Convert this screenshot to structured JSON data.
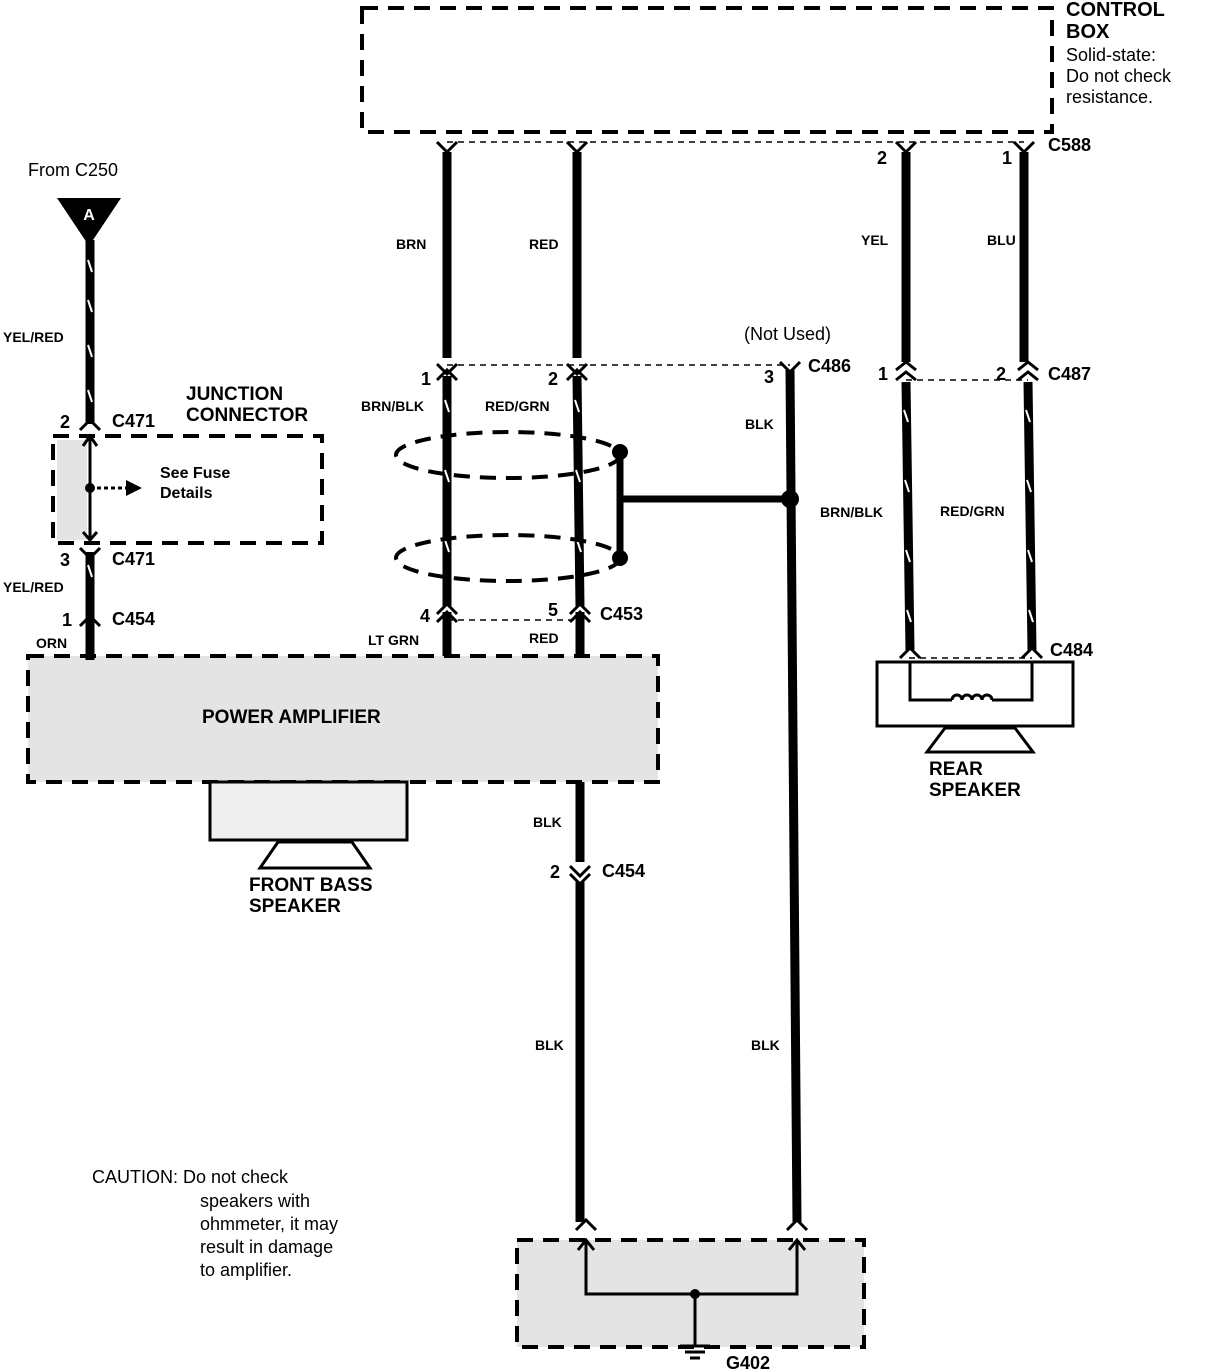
{
  "control_box": {
    "title_line1": "CONTROL",
    "title_line2": "BOX",
    "note_line1": "Solid-state:",
    "note_line2": "Do not check",
    "note_line3": "resistance."
  },
  "source": {
    "label": "From C250",
    "symbol": "A"
  },
  "junction": {
    "title_line1": "JUNCTION",
    "title_line2": "CONNECTOR",
    "note_line1": "See Fuse",
    "note_line2": "Details"
  },
  "power_amplifier": "POWER AMPLIFIER",
  "front_speaker": {
    "line1": "FRONT BASS",
    "line2": "SPEAKER"
  },
  "rear_speaker": {
    "line1": "REAR",
    "line2": "SPEAKER"
  },
  "not_used": "(Not Used)",
  "ground": "G402",
  "caution": {
    "line1": "CAUTION: Do not check",
    "line2": "speakers with",
    "line3": "ohmmeter, it may",
    "line4": "result in damage",
    "line5": "to amplifier."
  },
  "connectors": {
    "c588": "C588",
    "c471_top": "C471",
    "c471_bottom": "C471",
    "c454_top": "C454",
    "c454_bottom": "C454",
    "c486": "C486",
    "c487": "C487",
    "c453": "C453",
    "c484": "C484"
  },
  "pins": {
    "c588_2": "2",
    "c588_1": "1",
    "c471_2": "2",
    "c471_3": "3",
    "c454_1": "1",
    "c454_2": "2",
    "c486_1": "1",
    "c486_2": "2",
    "c486_3": "3",
    "c487_1": "1",
    "c487_2": "2",
    "c453_4": "4",
    "c453_5": "5"
  },
  "wires": {
    "brn": "BRN",
    "red_top": "RED",
    "yel": "YEL",
    "blu": "BLU",
    "yel_red_top": "YEL/RED",
    "yel_red_bottom": "YEL/RED",
    "orn": "ORN",
    "brn_blk_left": "BRN/BLK",
    "red_grn_left": "RED/GRN",
    "blk_c486": "BLK",
    "brn_blk_right": "BRN/BLK",
    "red_grn_right": "RED/GRN",
    "lt_grn": "LT GRN",
    "red_amp": "RED",
    "blk_amp_top": "BLK",
    "blk_amp_bottom": "BLK",
    "blk_right": "BLK"
  },
  "colors": {
    "ink": "#000000",
    "shade": "#e4e4e4",
    "background": "#ffffff"
  }
}
